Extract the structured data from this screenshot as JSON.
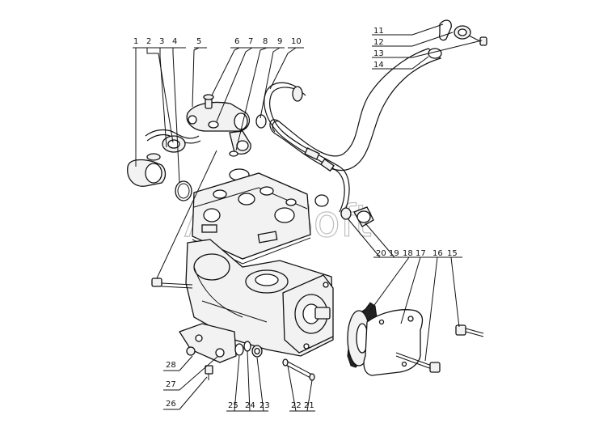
{
  "watermark": "AutoSoft",
  "callouts": [
    {
      "id": "1",
      "label": "1"
    },
    {
      "id": "2",
      "label": "2"
    },
    {
      "id": "3",
      "label": "3"
    },
    {
      "id": "4",
      "label": "4"
    },
    {
      "id": "5",
      "label": "5"
    },
    {
      "id": "6",
      "label": "6"
    },
    {
      "id": "7",
      "label": "7"
    },
    {
      "id": "8",
      "label": "8"
    },
    {
      "id": "9",
      "label": "9"
    },
    {
      "id": "10",
      "label": "10"
    },
    {
      "id": "11",
      "label": "11"
    },
    {
      "id": "12",
      "label": "12"
    },
    {
      "id": "13",
      "label": "13"
    },
    {
      "id": "14",
      "label": "14"
    },
    {
      "id": "15",
      "label": "15"
    },
    {
      "id": "16",
      "label": "16"
    },
    {
      "id": "17",
      "label": "17"
    },
    {
      "id": "18",
      "label": "18"
    },
    {
      "id": "19",
      "label": "19"
    },
    {
      "id": "20",
      "label": "20"
    },
    {
      "id": "21",
      "label": "21"
    },
    {
      "id": "22",
      "label": "22"
    },
    {
      "id": "23",
      "label": "23"
    },
    {
      "id": "24",
      "label": "24"
    },
    {
      "id": "25",
      "label": "25"
    },
    {
      "id": "26",
      "label": "26"
    },
    {
      "id": "27",
      "label": "27"
    },
    {
      "id": "28",
      "label": "28"
    }
  ]
}
